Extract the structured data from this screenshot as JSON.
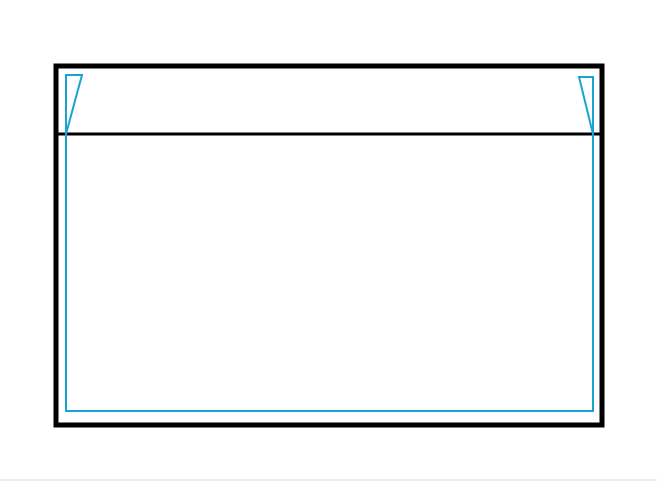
{
  "colors": {
    "background": "#ffffff",
    "outer_frame": "#000000",
    "divider_line": "#000000",
    "inner_outline": "#1aa3d1",
    "bottom_edge": "#eeeeee"
  },
  "shapes": {
    "outer_frame": "rectangle",
    "divider_line": "horizontal-line",
    "inner_outline": "open-rectangle",
    "corner_flaps": [
      "left-triangle",
      "right-triangle"
    ]
  }
}
